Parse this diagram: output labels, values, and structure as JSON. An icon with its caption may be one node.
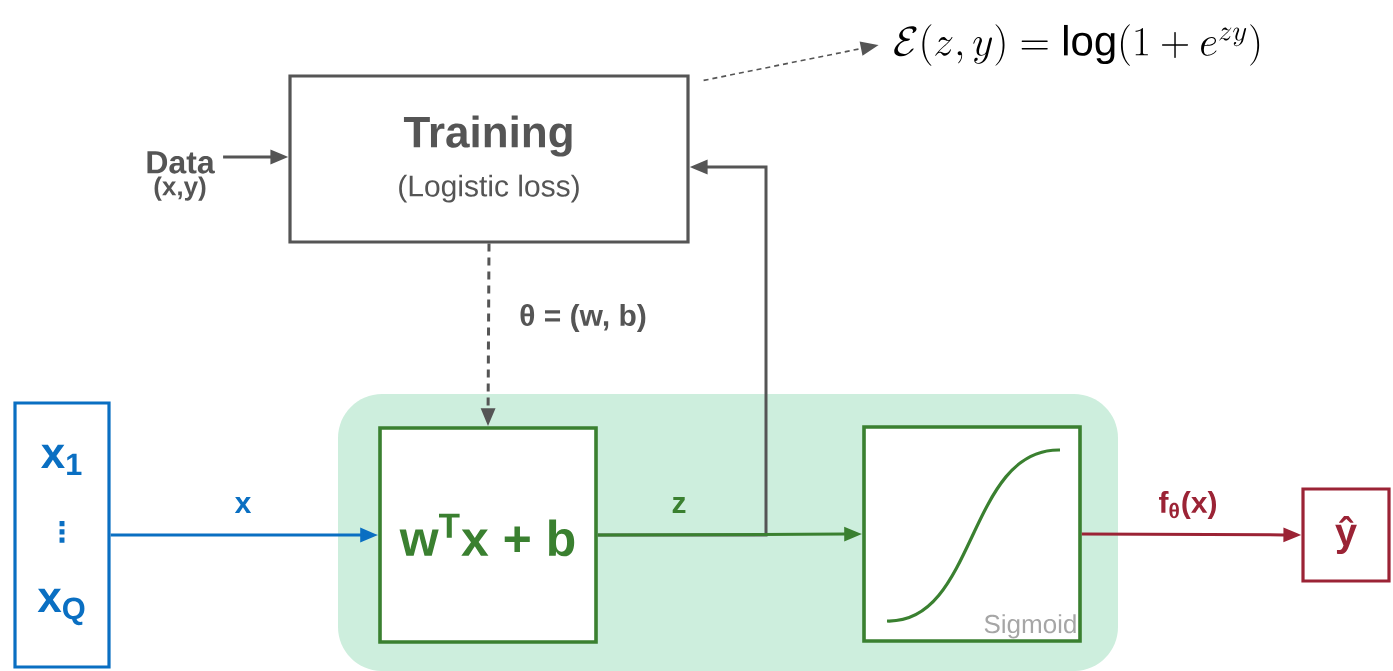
{
  "diagram": {
    "nodes": [
      {
        "text": [
          "Data",
          "(x,y)"
        ]
      },
      {
        "text": [
          "Training",
          "(Logistic loss)"
        ]
      },
      {
        "text": [
          "\\mathcal{E}(z, y) = \\log(1 + e^{zy})"
        ]
      },
      {
        "text": [
          "x$_{1}$",
          "⋮",
          "x$_{Q}$"
        ]
      },
      {
        "text": [],
        "shape": "box"
      },
      {
        "text": [
          "w$^{T}$x + b"
        ],
        "in": 4
      },
      {
        "text": [
          "Sigmoid"
        ],
        "in": 4
      },
      {
        "text": [
          "ŷ"
        ]
      }
    ],
    "edges": [
      {
        "from": 0,
        "to": 1,
        "arrow": "to"
      },
      {
        "from": 1,
        "to": 2,
        "arrow": "to",
        "style": "dashed"
      },
      {
        "from": 1,
        "to": 5,
        "arrow": "to",
        "style": "dashed",
        "label": "θ = (w, b)"
      },
      {
        "from": 3,
        "to": 5,
        "arrow": "to",
        "color": "#0a6fc2",
        "label": "x"
      },
      {
        "from": 5,
        "to": 1,
        "arrow": "to"
      },
      {
        "from": 5,
        "to": 6,
        "arrow": "to",
        "color": "#3a8030",
        "label": "z"
      },
      {
        "from": 6,
        "to": 7,
        "arrow": "to",
        "color": "#9b2335",
        "label": "f$_{θ}$(x)"
      }
    ]
  }
}
